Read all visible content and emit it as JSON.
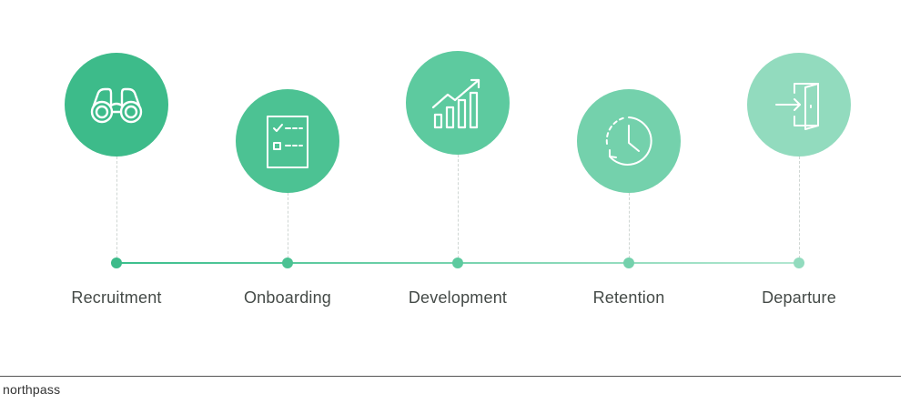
{
  "stages": [
    {
      "label": "Recruitment",
      "icon": "binoculars-icon",
      "color": "#3dbb8a"
    },
    {
      "label": "Onboarding",
      "icon": "checklist-icon",
      "color": "#4cc293"
    },
    {
      "label": "Development",
      "icon": "growth-chart-icon",
      "color": "#5dca9f"
    },
    {
      "label": "Retention",
      "icon": "clock-icon",
      "color": "#74d1ac"
    },
    {
      "label": "Departure",
      "icon": "exit-door-icon",
      "color": "#92dbbe"
    }
  ],
  "brand": {
    "logo_text": "northpass"
  },
  "colors": {
    "line_start": "#3bbf8c",
    "line_end": "#b3e7d1",
    "label": "#444a47"
  }
}
